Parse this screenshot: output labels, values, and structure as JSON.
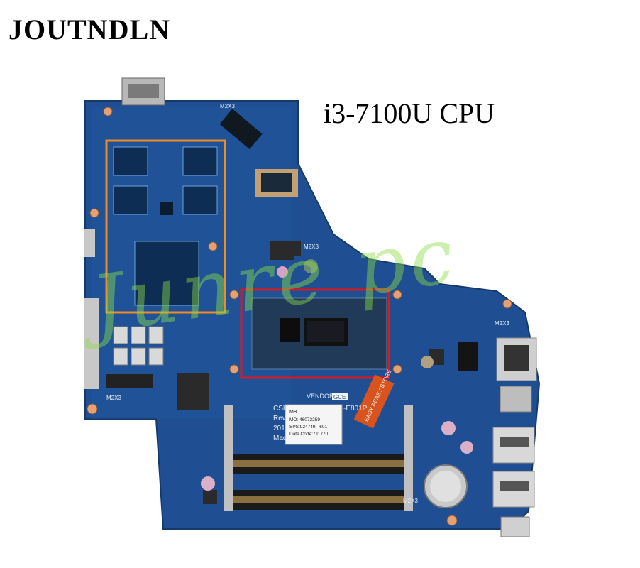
{
  "brand": "JOUTNDLN",
  "cpu_label": "i3-7100U CPU",
  "watermark": "Junre pc",
  "board_text": {
    "vendor": "VENDOR:",
    "vendor_code": "GCE",
    "model_part": "CSL",
    "model_suffix": "-E801P",
    "rev": "Rev",
    "year": "201",
    "made": "Mad",
    "sticker_mb": "MB",
    "sticker_mo": "MO: 46073259",
    "sticker_sps": "SPS:924749 - 601",
    "sticker_date": "Date Code:7J1770",
    "screw_labels": [
      "M2X3",
      "M2X3",
      "M2X3",
      "M2X3",
      "M2X3"
    ],
    "red_sticker": "EASY PEASY STORE"
  },
  "colors": {
    "board": "#1d4e8f",
    "board_dark": "#163f77",
    "ram_highlight": "#f08a24",
    "cpu_highlight": "#e0161b",
    "watermark": "#8cdc46"
  }
}
